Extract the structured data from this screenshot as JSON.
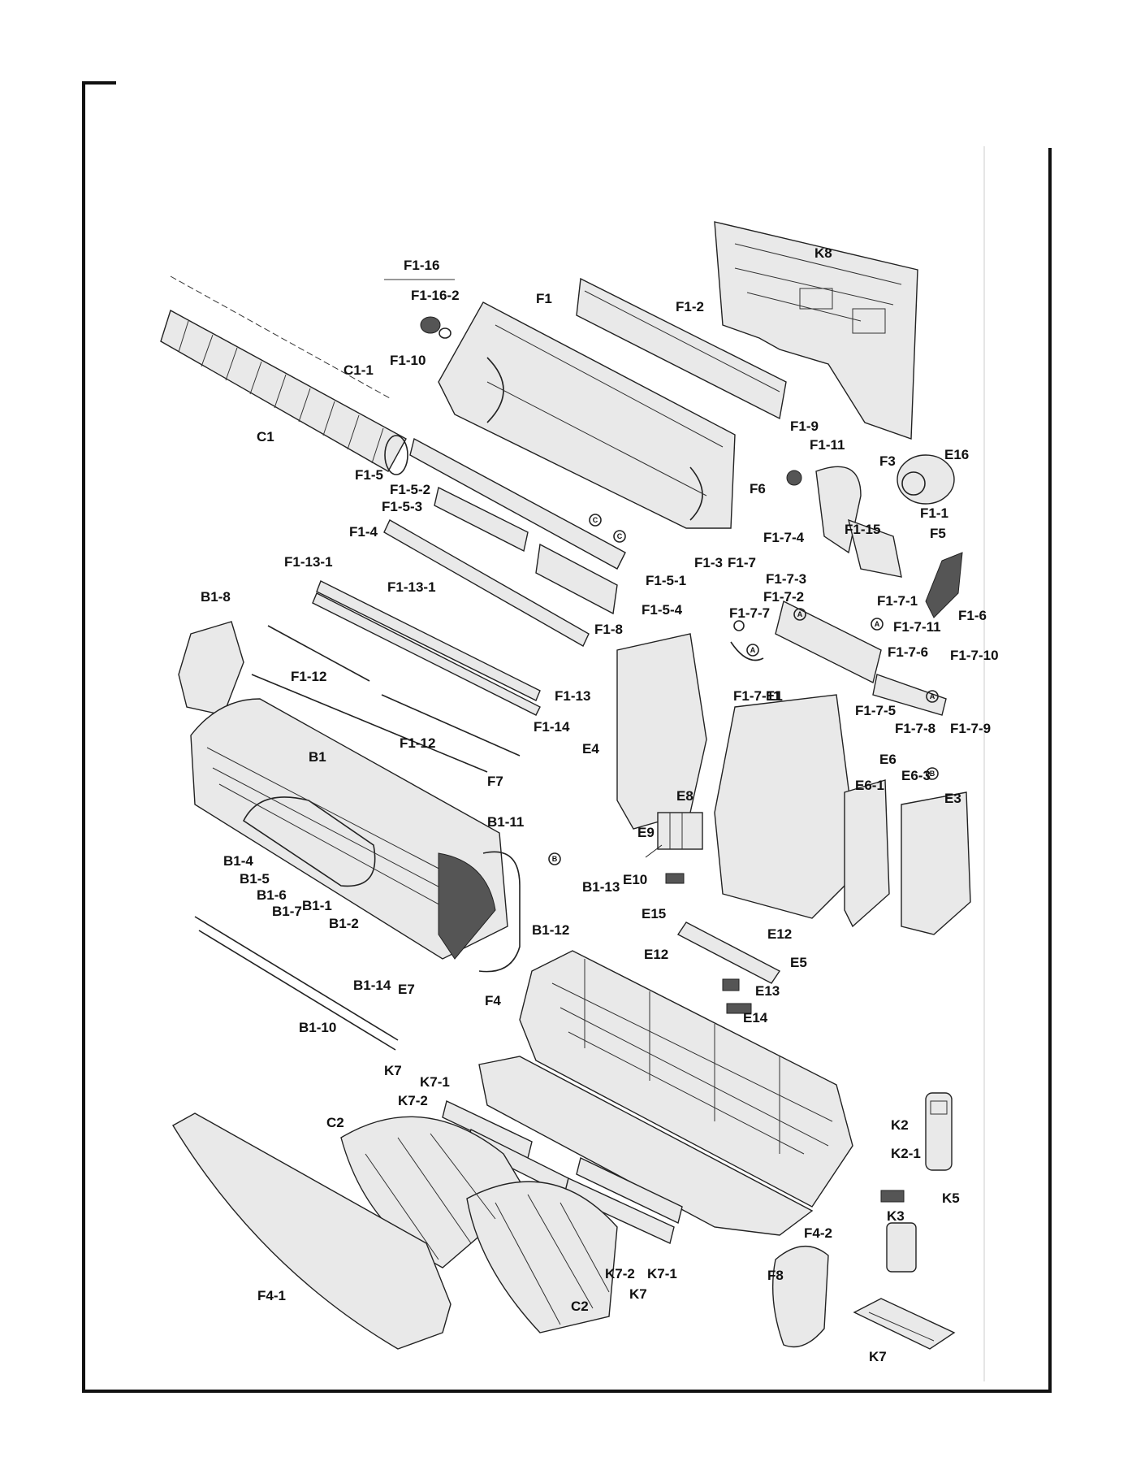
{
  "labels": {
    "K8": "K8",
    "F1_16": "F1-16",
    "F1_16_2": "F1-16-2",
    "F1": "F1",
    "F1_2": "F1-2",
    "C1_1": "C1-1",
    "F1_10": "F1-10",
    "C1": "C1",
    "F1_5": "F1-5",
    "F1_9": "F1-9",
    "F1_11": "F1-11",
    "F3": "F3",
    "E16": "E16",
    "F6": "F6",
    "F1_5_2": "F1-5-2",
    "F1_5_3": "F1-5-3",
    "F1_15": "F1-15",
    "F1_1": "F1-1",
    "F5": "F5",
    "F1_4": "F1-4",
    "F1_7_4": "F1-7-4",
    "F1_3": "F1-3",
    "F1_7": "F1-7",
    "F1_7_3": "F1-7-3",
    "F1_13_1a": "F1-13-1",
    "F1_5_1": "F1-5-1",
    "F1_7_2": "F1-7-2",
    "F1_13_1b": "F1-13-1",
    "B1_8": "B1-8",
    "F1_5_4": "F1-5-4",
    "F1_7_7": "F1-7-7",
    "F1_7_1": "F1-7-1",
    "F1_6": "F1-6",
    "F1_8": "F1-8",
    "F1_7_11a": "F1-7-11",
    "F1_7_6": "F1-7-6",
    "F1_7_10": "F1-7-10",
    "F1_12a": "F1-12",
    "F1_13": "F1-13",
    "F1_7_11b": "F1-7-11",
    "E1": "E1",
    "F1_14": "F1-14",
    "F1_7_5": "F1-7-5",
    "F1_7_8": "F1-7-8",
    "F1_7_9": "F1-7-9",
    "E4": "E4",
    "F1_12b": "F1-12",
    "B1": "B1",
    "E6": "E6",
    "E6_1": "E6-1",
    "E6_3": "E6-3",
    "F7": "F7",
    "E3": "E3",
    "E8": "E8",
    "B1_11": "B1-11",
    "E9": "E9",
    "B1_4": "B1-4",
    "B1_5": "B1-5",
    "B1_13": "B1-13",
    "E10": "E10",
    "B1_6": "B1-6",
    "B1_7": "B1-7",
    "B1_1": "B1-1",
    "E15": "E15",
    "B1_2": "B1-2",
    "E12a": "E12",
    "B1_12": "B1-12",
    "E12b": "E12",
    "E5": "E5",
    "B1_14": "B1-14",
    "E7": "E7",
    "E13": "E13",
    "F4": "F4",
    "E14": "E14",
    "B1_10": "B1-10",
    "K7a": "K7",
    "K7_1a": "K7-1",
    "K7_2a": "K7-2",
    "C2a": "C2",
    "K2": "K2",
    "K2_1": "K2-1",
    "K5": "K5",
    "K3": "K3",
    "F4_2": "F4-2",
    "K7_2b": "K7-2",
    "K7_1b": "K7-1",
    "K7b": "K7",
    "F8": "F8",
    "F4_1": "F4-1",
    "C2b": "C2",
    "K7c": "K7",
    "mark_A1": "A",
    "mark_A2": "A",
    "mark_A3": "A",
    "mark_A4": "A",
    "mark_B1": "B",
    "mark_B2": "B",
    "mark_C1": "C",
    "mark_C2": "C"
  }
}
